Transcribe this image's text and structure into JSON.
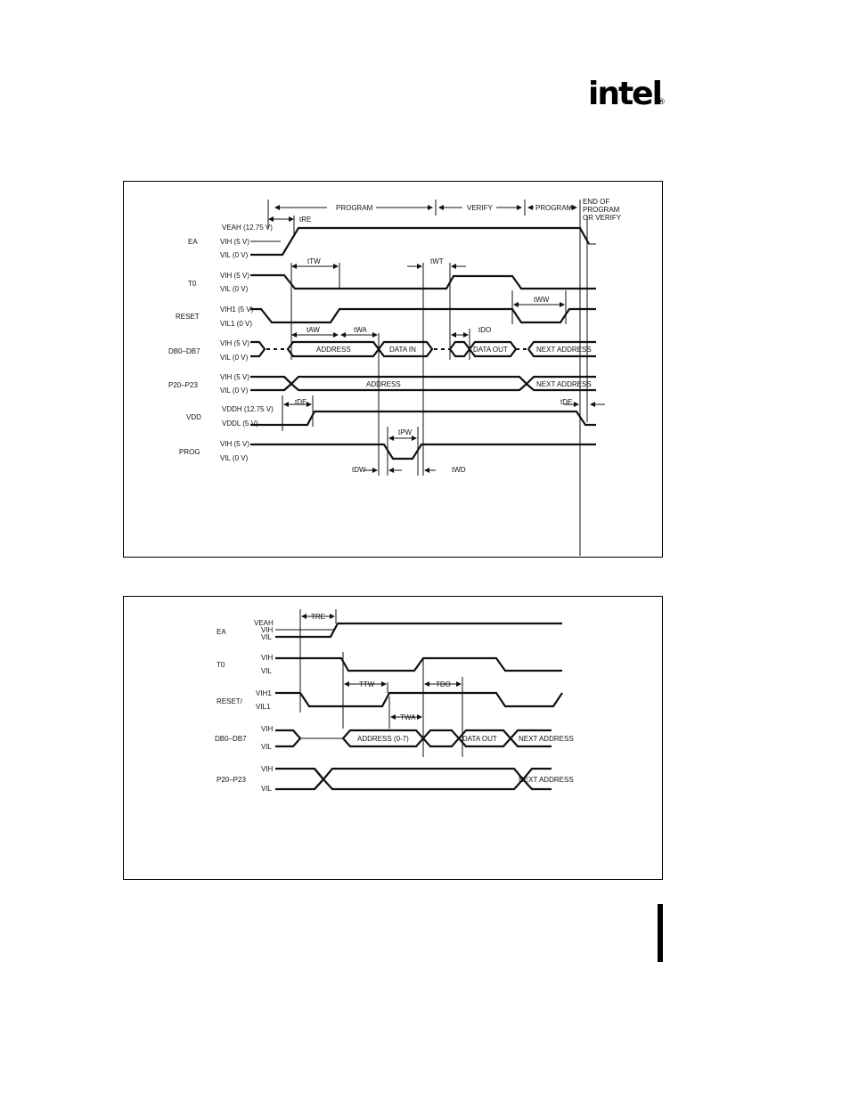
{
  "logo": {
    "text": "intel",
    "mark": "®"
  },
  "diagram1": {
    "phases": {
      "program": "PROGRAM",
      "verify": "VERIFY",
      "program2": "PROGRAM",
      "end1": "END OF",
      "end2": "PROGRAM",
      "end3": "OR VERIFY"
    },
    "signals": {
      "ea": "EA",
      "t0": "T0",
      "reset": "RESET",
      "db": "DB0–DB7",
      "p20": "P20–P23",
      "vdd": "VDD",
      "prog": "PROG"
    },
    "levels": {
      "veah": "VEAH (12.75 V)",
      "vih": "VIH (5 V)",
      "vil": "VIL (0 V)",
      "vih1": "VIH1 (5 V)",
      "vil1": "VIL1 (0 V)",
      "vddh": "VDDH (12.75 V)",
      "vddl": "VDDL (5 V)"
    },
    "buses": {
      "address": "ADDRESS",
      "data_in": "DATA IN",
      "data_out": "DATA OUT",
      "next_address": "NEXT ADDRESS"
    },
    "timings": {
      "tre": "tRE",
      "ttw": "tTW",
      "twt": "tWT",
      "tww": "tWW",
      "taw": "tAW",
      "twa": "tWA",
      "tdo": "tDO",
      "tde": "tDE",
      "tpw": "tPW",
      "tdw": "tDW",
      "twd": "tWD"
    }
  },
  "diagram2": {
    "signals": {
      "ea": "EA",
      "t0": "T0",
      "reset": "RESET/",
      "db": "DB0–DB7",
      "p20": "P20–P23"
    },
    "levels": {
      "veah": "VEAH",
      "vih": "VIH",
      "vil": "VIL",
      "vih1": "VIH1",
      "vil1": "VIL1"
    },
    "buses": {
      "address": "ADDRESS (0-7)",
      "data_out": "DATA OUT",
      "next_address": "NEXT ADDRESS"
    },
    "timings": {
      "tre": "TRE",
      "ttw": "TTW",
      "tdo": "TDO",
      "twa": "TWA"
    }
  }
}
